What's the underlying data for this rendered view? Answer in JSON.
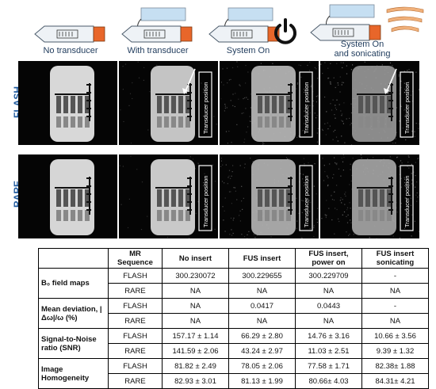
{
  "conditions": [
    "No transducer",
    "With transducer",
    "System On",
    "System On\nand sonicating"
  ],
  "sequences": [
    "FLASH",
    "RARE"
  ],
  "overlay_label": "Transducer position",
  "table": {
    "headers": [
      "",
      "MR Sequence",
      "No insert",
      "FUS insert",
      "FUS insert, power on",
      "FUS insert sonicating"
    ],
    "groups": [
      {
        "parameter": "B₀ field maps",
        "rows": [
          [
            "FLASH",
            "300.230072",
            "300.229655",
            "300.229709",
            "-"
          ],
          [
            "RARE",
            "NA",
            "NA",
            "NA",
            "NA"
          ]
        ]
      },
      {
        "parameter": "Mean deviation, |Δω|/ω (%)",
        "rows": [
          [
            "FLASH",
            "NA",
            "0.0417",
            "0.0443",
            "-"
          ],
          [
            "RARE",
            "NA",
            "NA",
            "NA",
            "NA"
          ]
        ]
      },
      {
        "parameter": "Signal-to-Noise ratio (SNR)",
        "rows": [
          [
            "FLASH",
            "157.17 ± 1.14",
            "66.29 ± 2.80",
            "14.76 ± 3.16",
            "10.66 ± 3.56"
          ],
          [
            "RARE",
            "141.59 ± 2.06",
            "43.24 ± 2.97",
            "11.03 ± 2.51",
            "9.39 ± 1.32"
          ]
        ]
      },
      {
        "parameter": "Image Homogeneity",
        "rows": [
          [
            "FLASH",
            "81.82 ± 2.49",
            "78.05 ± 2.06",
            "77.58 ± 1.71",
            "82.38± 1.88"
          ],
          [
            "RARE",
            "82.93 ± 3.01",
            "81.13 ± 1.99",
            "80.66± 4.03",
            "84.31± 4.21"
          ]
        ]
      }
    ]
  },
  "colors": {
    "tube_body": "#eef2f6",
    "tube_cap": "#e8662a",
    "transducer": "#c6dff2",
    "waves": "#f0b07a",
    "row_label": "#1f5a9e"
  }
}
